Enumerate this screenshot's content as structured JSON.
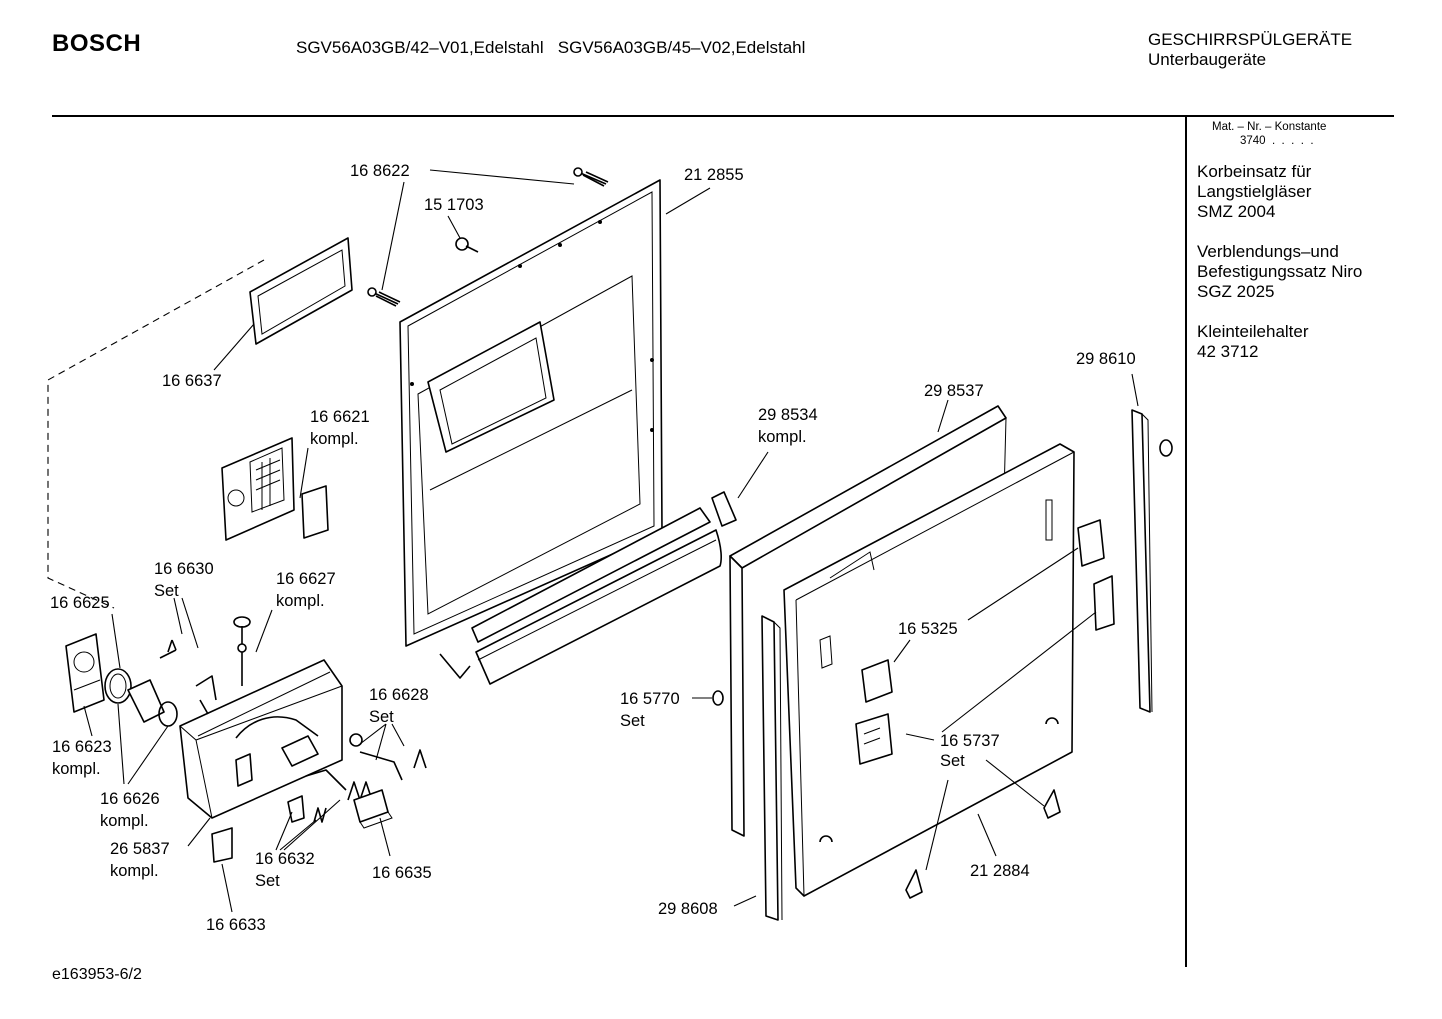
{
  "header": {
    "brand": "BOSCH",
    "models": "SGV56A03GB/42–V01,Edelstahl   SGV56A03GB/45–V02,Edelstahl",
    "category_line1": "GESCHIRRSPÜLGERÄTE",
    "category_line2": "Unterbaugeräte"
  },
  "sidebar": {
    "mat_label": "Mat. – Nr. – Konstante",
    "mat_value": "3740  .  .  .  .  .",
    "accessories": [
      {
        "line1": "Korbeinsatz für",
        "line2": "Langstielgläser",
        "line3": "SMZ 2004"
      },
      {
        "line1": "Verblendungs–und",
        "line2": "Befestigungssatz Niro",
        "line3": "SGZ 2025"
      },
      {
        "line1": "Kleinteilehalter",
        "line2": "42 3712"
      }
    ]
  },
  "parts": {
    "p168622": "16 8622",
    "p212855": "21 2855",
    "p151703": "15 1703",
    "p166637": "16 6637",
    "p166621": "16 6621",
    "kompl": "kompl.",
    "set": "Set",
    "p298610": "29 8610",
    "p298537": "29 8537",
    "p298534": "29 8534",
    "p166630": "16 6630",
    "p166627": "16 6627",
    "p166625": "16 6625",
    "p165325": "16 5325",
    "p166628": "16 6628",
    "p165770": "16 5770",
    "p165737": "16 5737",
    "p166623": "16 6623",
    "p166626": "16 6626",
    "p265837": "26 5837",
    "p166632": "16 6632",
    "p166635": "16 6635",
    "p166633": "16 6633",
    "p212884": "21 2884",
    "p298608": "29 8608"
  },
  "footer": {
    "drawing_id": "e163953-6/2"
  }
}
